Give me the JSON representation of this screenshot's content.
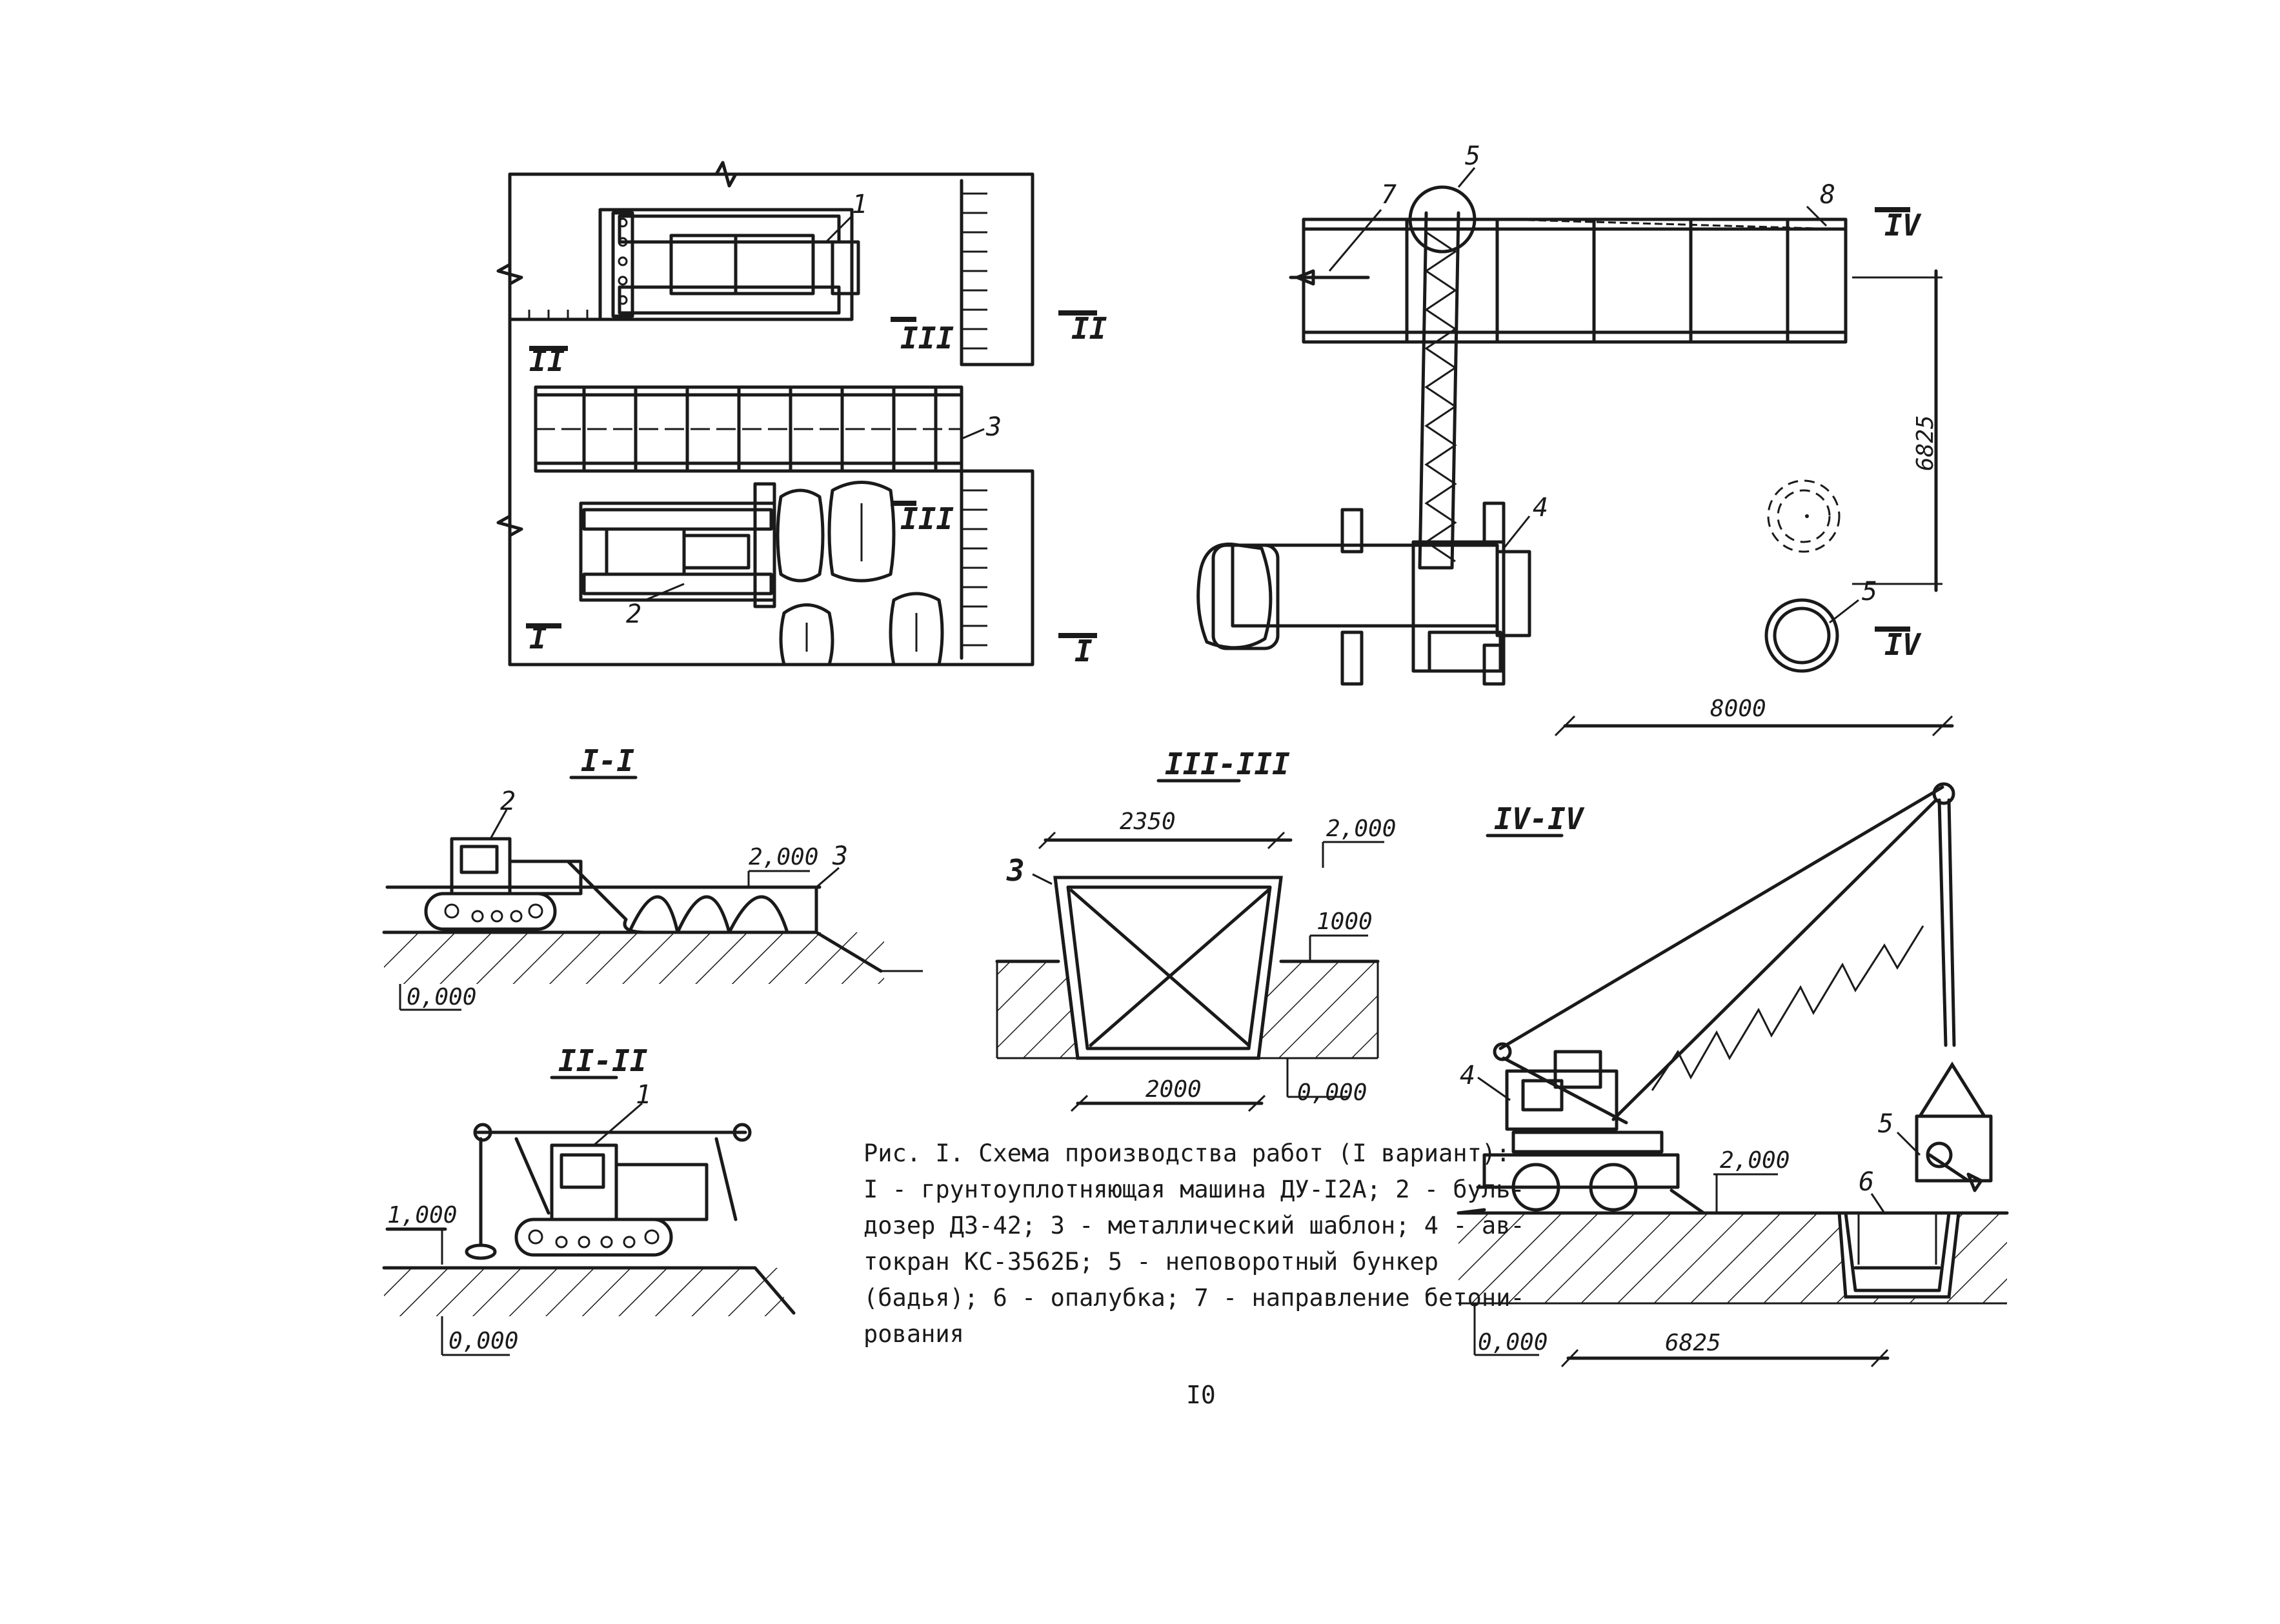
{
  "figure": {
    "caption_lines": [
      "Рис. I. Схема производства работ (I вариант):",
      "I - грунтоуплотняющая машина ДУ-I2А; 2 - буль-",
      "дозер ДЗ-42; 3 - металлический шаблон; 4 - ав-",
      "токран КС-3562Б; 5 - неповоротный бункер",
      "(бадья); 6 - опалубка; 7 - направление бетони-",
      "рования"
    ],
    "page_number": "I0"
  },
  "plan_left": {
    "callouts": {
      "m1": "1",
      "m2": "2",
      "m3": "3"
    },
    "section_marks": {
      "s1": "I",
      "s2": "II",
      "s3": "III"
    }
  },
  "plan_right": {
    "callouts": {
      "m4": "4",
      "m5_top": "5",
      "m5_bottom": "5",
      "m7": "7",
      "m8": "8"
    },
    "section_marks": {
      "s4": "IV"
    },
    "dimensions": {
      "vertical": "6825",
      "horizontal": "8000"
    }
  },
  "section_I_I": {
    "title": "I-I",
    "callouts": {
      "m2": "2",
      "m3": "3"
    },
    "levels": {
      "top": "2,000",
      "ground": "0,000"
    }
  },
  "section_II_II": {
    "title": "II-II",
    "callouts": {
      "m1": "1"
    },
    "levels": {
      "top": "1,000",
      "ground": "0,000"
    }
  },
  "section_III_III": {
    "title": "III-III",
    "callouts": {
      "m3": "3"
    },
    "dimensions": {
      "top_width": "2350",
      "bottom_width": "2000"
    },
    "levels": {
      "top": "2,000",
      "mid": "1000",
      "bottom": "0,000"
    }
  },
  "section_IV_IV": {
    "title": "IV-IV",
    "callouts": {
      "m4": "4",
      "m5": "5",
      "m6": "6"
    },
    "dimensions": {
      "horizontal": "6825"
    },
    "levels": {
      "top": "2,000",
      "ground": "0,000"
    }
  }
}
